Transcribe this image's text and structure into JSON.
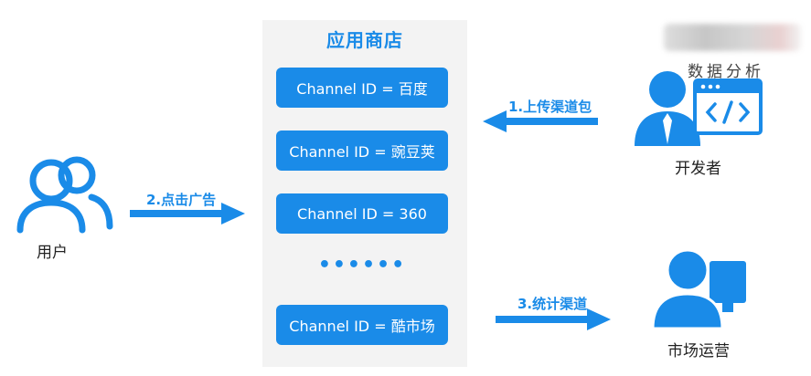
{
  "colors": {
    "accent": "#1a8be8",
    "panel": "#f3f3f3"
  },
  "store": {
    "title": "应用商店",
    "channels": [
      "Channel ID = 百度",
      "Channel ID = 豌豆荚",
      "Channel ID = 360",
      "Channel ID = 酷市场"
    ],
    "ellipsis": "••••••"
  },
  "user": {
    "label": "用户",
    "icon": "users-icon"
  },
  "developer": {
    "label": "开发者",
    "icon": "developer-icon"
  },
  "marketing": {
    "label": "市场运营",
    "icon": "operator-icon"
  },
  "steps": {
    "upload": "1.上传渠道包",
    "click_ad": "2.点击广告",
    "count_channel": "3.统计渠道"
  },
  "watermark": "数据分析"
}
